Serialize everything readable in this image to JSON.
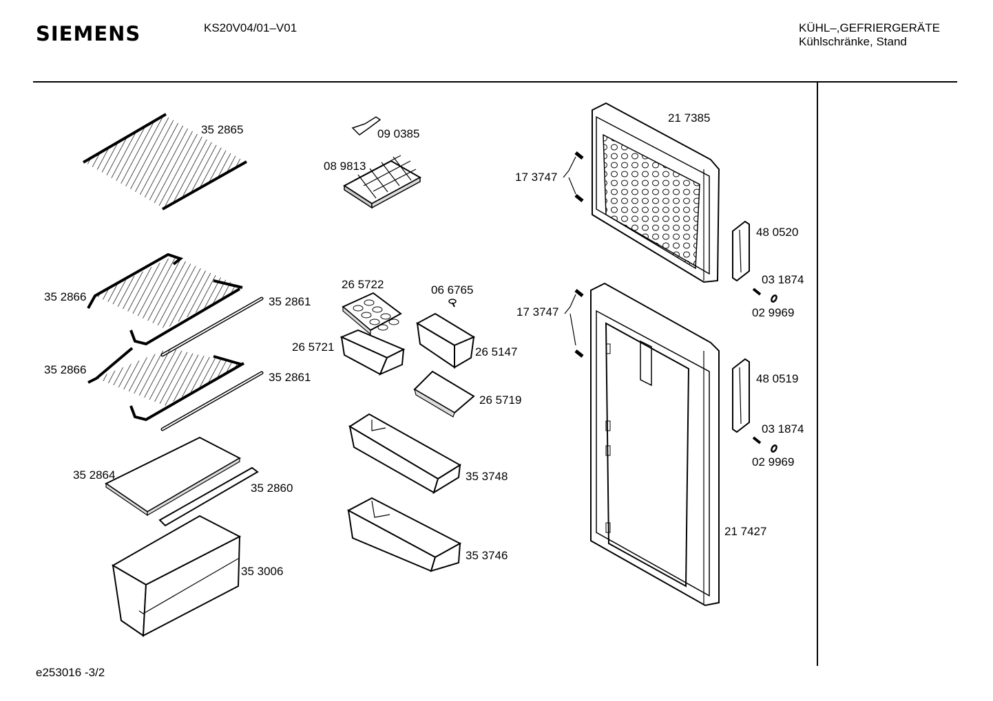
{
  "header": {
    "brand": "SIEMENS",
    "model": "KS20V04/01–V01",
    "category_line1": "KÜHL–,GEFRIERGERÄTE",
    "category_line2": "Kühlschränke, Stand"
  },
  "footer": {
    "doc_id": "e253016   -3/2"
  },
  "parts": {
    "p352865": "35 2865",
    "p090385": "09 0385",
    "p089813": "08 9813",
    "p352866a": "35 2866",
    "p352861a": "35 2861",
    "p352866b": "35 2866",
    "p352861b": "35 2861",
    "p352864": "35 2864",
    "p352860": "35 2860",
    "p353006": "35 3006",
    "p265722": "26 5722",
    "p066765": "06 6765",
    "p265721": "26 5721",
    "p265147": "26 5147",
    "p265719": "26 5719",
    "p353748": "35 3748",
    "p353746": "35 3746",
    "p217385": "21 7385",
    "p173747a": "17 3747",
    "p173747b": "17 3747",
    "p480520": "48 0520",
    "p031874a": "03 1874",
    "p029969a": "02 9969",
    "p480519": "48 0519",
    "p031874b": "03 1874",
    "p029969b": "02 9969",
    "p217427": "21 7427"
  }
}
